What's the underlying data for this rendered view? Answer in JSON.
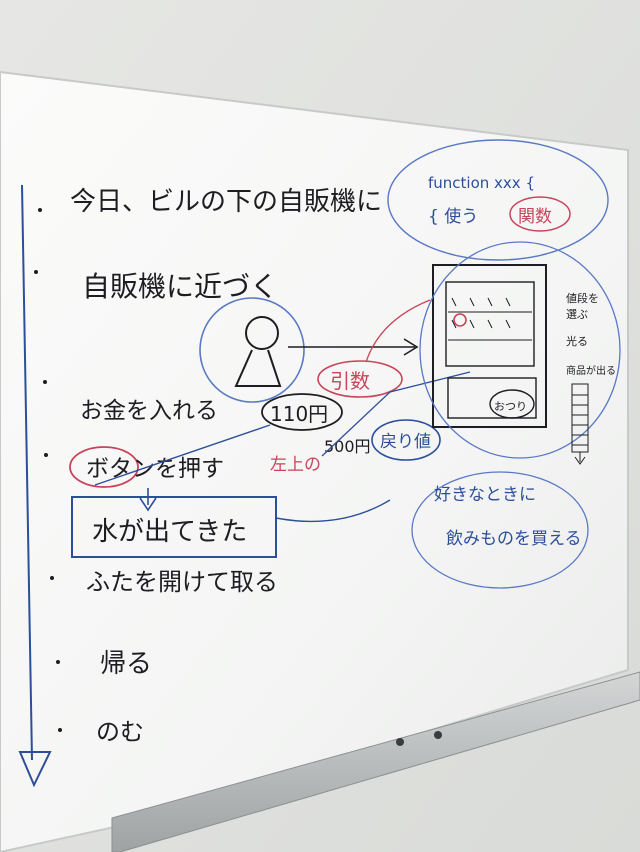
{
  "scene": {
    "steps": [
      "今日、ビルの下の自販機に",
      "自販機に近づく",
      "お金を入れる",
      "ボタンを押す",
      "水が出てきた",
      "ふたを開けて取る",
      "帰る",
      "のむ"
    ],
    "coin": "110円",
    "arg": "引数",
    "left": "左上の",
    "money500": "500円",
    "retval": "戻り値",
    "func": "function xxx {",
    "use": "{ 使う",
    "kansu": "関数",
    "sel1": "値段を",
    "sel2": "選ぶ",
    "sel3": "光る",
    "item": "商品が出る",
    "change": "おつり",
    "note1": "好きなときに",
    "note2": "飲みものを買える"
  },
  "colors": {
    "black_ink": "#1d1d22",
    "blue_ink": "#2d4f9a",
    "red_ink": "#c9445a"
  }
}
